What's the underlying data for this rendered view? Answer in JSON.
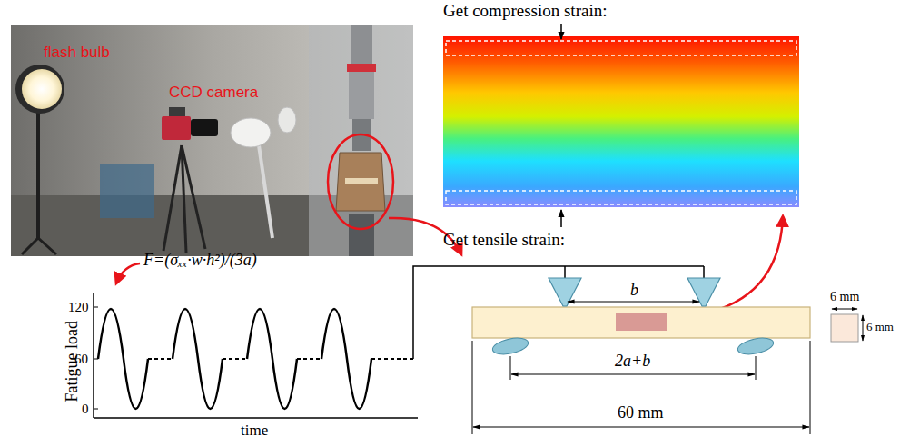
{
  "diagram": {
    "labels": [
      "flash bulb",
      "CCD camera",
      "Get compression strain:",
      "Get tensile strain:",
      "F=(σₓₓ·w·h²)/(3a)",
      "Fatigue load",
      "120",
      "60",
      "0",
      "time",
      "b",
      "2a+b",
      "60 mm",
      "6 mm",
      "6 mm"
    ]
  }
}
